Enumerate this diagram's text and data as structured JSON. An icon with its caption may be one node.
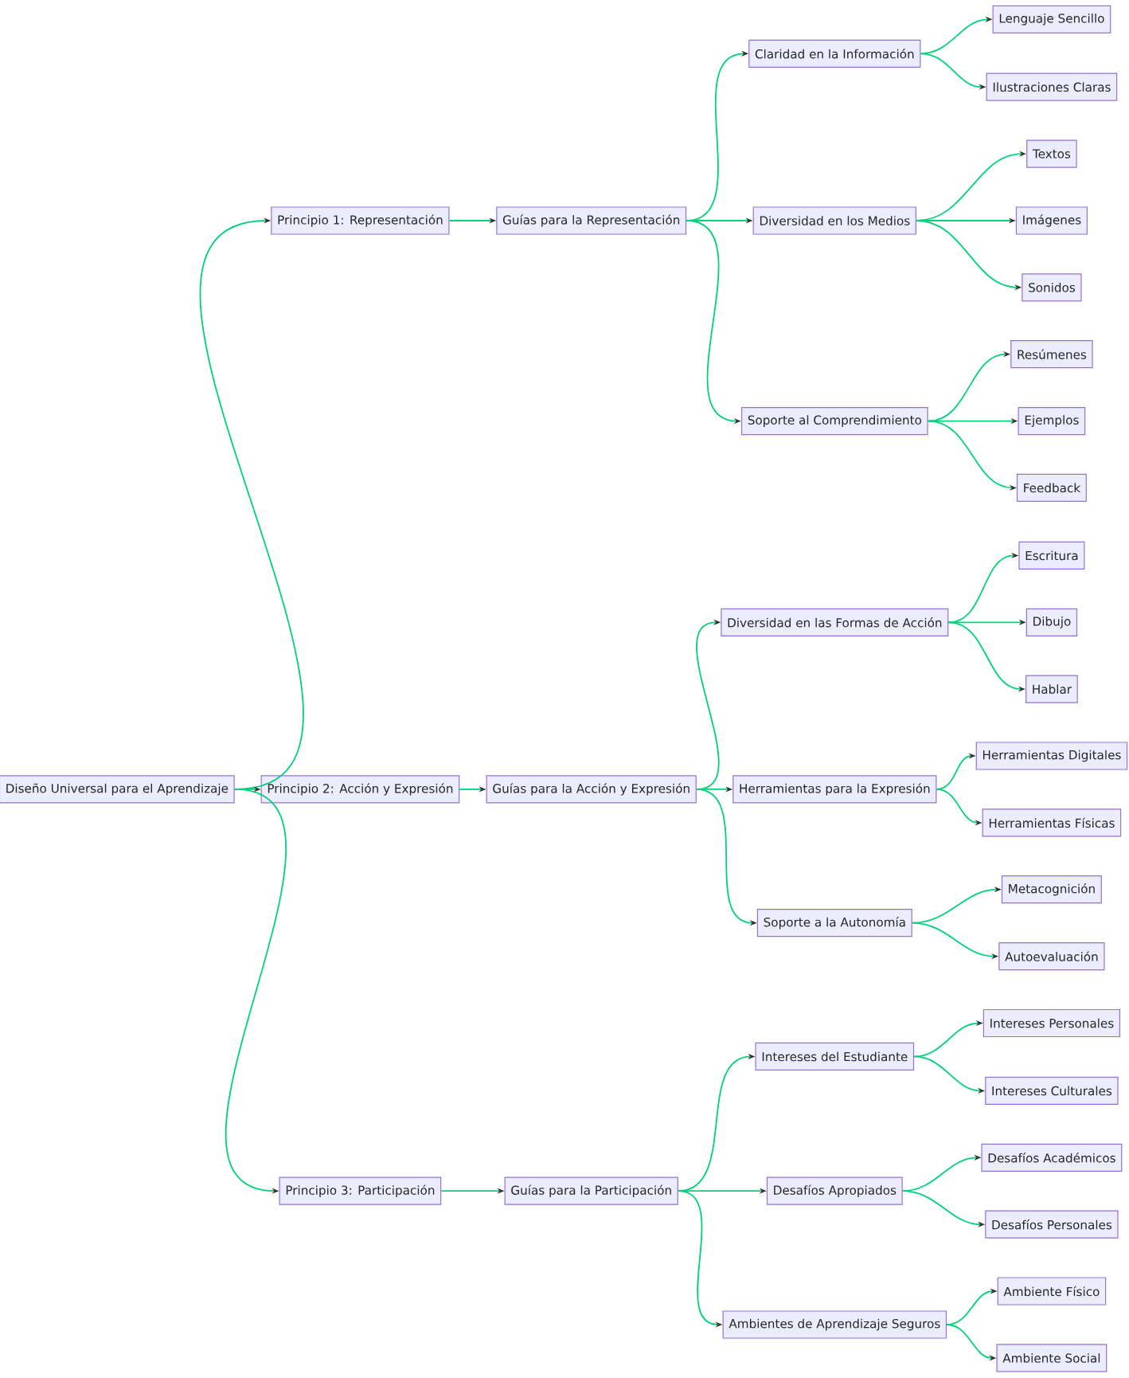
{
  "diagram": {
    "nodes": [
      {
        "text": [
          "Diseño Universal para el Aprendizaje"
        ]
      },
      {
        "text": [
          "Principio 1: Representación"
        ]
      },
      {
        "text": [
          "Guías para la Representación"
        ]
      },
      {
        "text": [
          "Claridad en la Información"
        ]
      },
      {
        "text": [
          "Lenguaje Sencillo"
        ]
      },
      {
        "text": [
          "Ilustraciones Claras"
        ]
      },
      {
        "text": [
          "Diversidad en los Medios"
        ]
      },
      {
        "text": [
          "Textos"
        ]
      },
      {
        "text": [
          "Imágenes"
        ]
      },
      {
        "text": [
          "Sonidos"
        ]
      },
      {
        "text": [
          "Soporte al Comprendimiento"
        ]
      },
      {
        "text": [
          "Resúmenes"
        ]
      },
      {
        "text": [
          "Ejemplos"
        ]
      },
      {
        "text": [
          "Feedback"
        ]
      },
      {
        "text": [
          "Principio 2: Acción y Expresión"
        ]
      },
      {
        "text": [
          "Guías para la Acción y Expresión"
        ]
      },
      {
        "text": [
          "Diversidad en las Formas de Acción"
        ]
      },
      {
        "text": [
          "Escritura"
        ]
      },
      {
        "text": [
          "Dibujo"
        ]
      },
      {
        "text": [
          "Hablar"
        ]
      },
      {
        "text": [
          "Herramientas para la Expresión"
        ]
      },
      {
        "text": [
          "Herramientas Digitales"
        ]
      },
      {
        "text": [
          "Herramientas Físicas"
        ]
      },
      {
        "text": [
          "Soporte a la Autonomía"
        ]
      },
      {
        "text": [
          "Metacognición"
        ]
      },
      {
        "text": [
          "Autoevaluación"
        ]
      },
      {
        "text": [
          "Principio 3: Participación"
        ]
      },
      {
        "text": [
          "Guías para la Participación"
        ]
      },
      {
        "text": [
          "Intereses del Estudiante"
        ]
      },
      {
        "text": [
          "Intereses Personales"
        ]
      },
      {
        "text": [
          "Intereses Culturales"
        ]
      },
      {
        "text": [
          "Desafíos Apropiados"
        ]
      },
      {
        "text": [
          "Desafíos Académicos"
        ]
      },
      {
        "text": [
          "Desafíos Personales"
        ]
      },
      {
        "text": [
          "Ambientes de Aprendizaje Seguros"
        ]
      },
      {
        "text": [
          "Ambiente Físico"
        ]
      },
      {
        "text": [
          "Ambiente Social"
        ]
      }
    ],
    "edges": [
      {
        "from": 0,
        "to": 1,
        "arrow": "to"
      },
      {
        "from": 1,
        "to": 2,
        "arrow": "to"
      },
      {
        "from": 2,
        "to": 3,
        "arrow": "to"
      },
      {
        "from": 3,
        "to": 4,
        "arrow": "to"
      },
      {
        "from": 3,
        "to": 5,
        "arrow": "to"
      },
      {
        "from": 2,
        "to": 6,
        "arrow": "to"
      },
      {
        "from": 6,
        "to": 7,
        "arrow": "to"
      },
      {
        "from": 6,
        "to": 8,
        "arrow": "to"
      },
      {
        "from": 6,
        "to": 9,
        "arrow": "to"
      },
      {
        "from": 2,
        "to": 10,
        "arrow": "to"
      },
      {
        "from": 10,
        "to": 11,
        "arrow": "to"
      },
      {
        "from": 10,
        "to": 12,
        "arrow": "to"
      },
      {
        "from": 10,
        "to": 13,
        "arrow": "to"
      },
      {
        "from": 0,
        "to": 14,
        "arrow": "to"
      },
      {
        "from": 14,
        "to": 15,
        "arrow": "to"
      },
      {
        "from": 15,
        "to": 16,
        "arrow": "to"
      },
      {
        "from": 16,
        "to": 17,
        "arrow": "to"
      },
      {
        "from": 16,
        "to": 18,
        "arrow": "to"
      },
      {
        "from": 16,
        "to": 19,
        "arrow": "to"
      },
      {
        "from": 15,
        "to": 20,
        "arrow": "to"
      },
      {
        "from": 20,
        "to": 21,
        "arrow": "to"
      },
      {
        "from": 20,
        "to": 22,
        "arrow": "to"
      },
      {
        "from": 15,
        "to": 23,
        "arrow": "to"
      },
      {
        "from": 23,
        "to": 24,
        "arrow": "to"
      },
      {
        "from": 23,
        "to": 25,
        "arrow": "to"
      },
      {
        "from": 0,
        "to": 26,
        "arrow": "to"
      },
      {
        "from": 26,
        "to": 27,
        "arrow": "to"
      },
      {
        "from": 27,
        "to": 28,
        "arrow": "to"
      },
      {
        "from": 28,
        "to": 29,
        "arrow": "to"
      },
      {
        "from": 28,
        "to": 30,
        "arrow": "to"
      },
      {
        "from": 27,
        "to": 31,
        "arrow": "to"
      },
      {
        "from": 31,
        "to": 32,
        "arrow": "to"
      },
      {
        "from": 31,
        "to": 33,
        "arrow": "to"
      },
      {
        "from": 27,
        "to": 34,
        "arrow": "to"
      },
      {
        "from": 34,
        "to": 35,
        "arrow": "to"
      },
      {
        "from": 34,
        "to": 36,
        "arrow": "to"
      }
    ]
  }
}
